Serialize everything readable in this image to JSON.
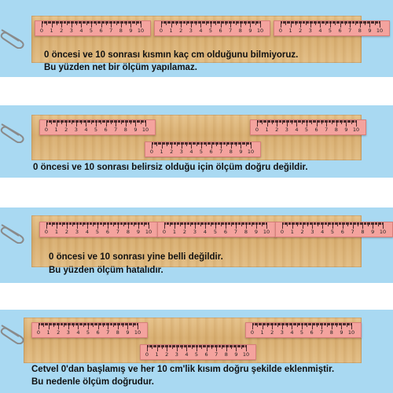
{
  "panels": [
    {
      "lines": [
        "0 öncesi ve 10 sonrası kısmın kaç cm olduğunu bilmiyoruz.",
        "Bu yüzden net bir ölçüm yapılamaz."
      ]
    },
    {
      "lines": [
        "0 öncesi ve 10 sonrası belirsiz olduğu için ölçüm doğru değildir."
      ]
    },
    {
      "lines": [
        "0 öncesi ve 10 sonrası yine belli değildir.",
        "Bu yüzden ölçüm hatalıdır."
      ]
    },
    {
      "lines": [
        "Cetvel 0'dan başlamış ve her 10 cm'lik kısım doğru şekilde eklenmiştir.",
        "Bu nedenle ölçüm doğrudur."
      ]
    }
  ],
  "ruler_numbers": [
    "0",
    "1",
    "2",
    "3",
    "4",
    "5",
    "6",
    "7",
    "8",
    "9",
    "10"
  ],
  "colors": {
    "panel": "#a9d9f2",
    "ruler": "#f4a39e",
    "wood": "#dcb57a",
    "text": "#111111"
  },
  "icons": {
    "clip": "paperclip-icon"
  }
}
